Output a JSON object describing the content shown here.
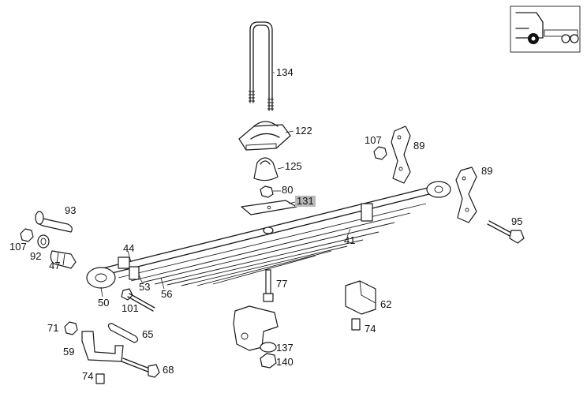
{
  "diagram": {
    "highlight_color": "#b9b9b9",
    "labels": [
      {
        "id": "134",
        "text": "134"
      },
      {
        "id": "122",
        "text": "122"
      },
      {
        "id": "125",
        "text": "125"
      },
      {
        "id": "80",
        "text": "80"
      },
      {
        "id": "131",
        "text": "131",
        "highlighted": true
      },
      {
        "id": "107a",
        "text": "107"
      },
      {
        "id": "89a",
        "text": "89"
      },
      {
        "id": "89b",
        "text": "89"
      },
      {
        "id": "95",
        "text": "95"
      },
      {
        "id": "93",
        "text": "93"
      },
      {
        "id": "107b",
        "text": "107"
      },
      {
        "id": "92",
        "text": "92"
      },
      {
        "id": "47",
        "text": "47"
      },
      {
        "id": "44",
        "text": "44"
      },
      {
        "id": "41",
        "text": "41"
      },
      {
        "id": "53",
        "text": "53"
      },
      {
        "id": "56",
        "text": "56"
      },
      {
        "id": "50",
        "text": "50"
      },
      {
        "id": "101",
        "text": "101"
      },
      {
        "id": "77",
        "text": "77"
      },
      {
        "id": "62",
        "text": "62"
      },
      {
        "id": "74a",
        "text": "74"
      },
      {
        "id": "71",
        "text": "71"
      },
      {
        "id": "65",
        "text": "65"
      },
      {
        "id": "59",
        "text": "59"
      },
      {
        "id": "137",
        "text": "137"
      },
      {
        "id": "140",
        "text": "140"
      },
      {
        "id": "68",
        "text": "68"
      },
      {
        "id": "74b",
        "text": "74"
      }
    ]
  }
}
